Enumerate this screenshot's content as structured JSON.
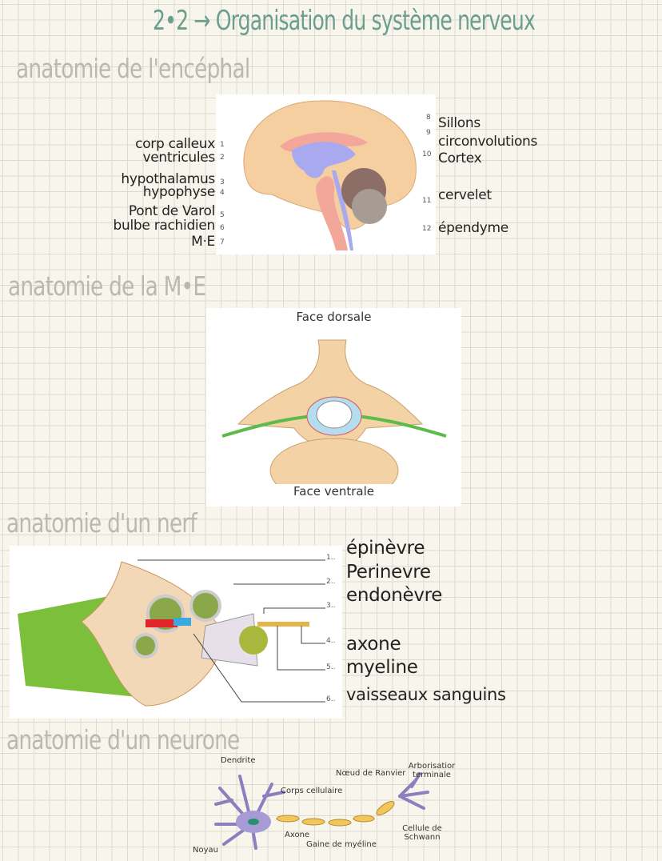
{
  "title": "2•2 → Organisation du système nerveux",
  "sections": {
    "encephale": {
      "heading": "anatomie de l'encéphal",
      "left_labels": [
        "corp calleux",
        "ventricules",
        "hypothalamus",
        "hypophyse",
        "Pont de Varol",
        "bulbe rachidien",
        "M·E"
      ],
      "right_labels": [
        "Sillons",
        "circonvolutions",
        "Cortex",
        "cervelet",
        "épendyme"
      ],
      "left_numbers": [
        "1",
        "2",
        "3",
        "4",
        "5",
        "6",
        "7"
      ],
      "right_numbers": [
        "8",
        "9",
        "10",
        "11",
        "12"
      ]
    },
    "moelle": {
      "heading": "anatomie de la M•E",
      "top_caption": "Face dorsale",
      "bottom_caption": "Face ventrale"
    },
    "nerf": {
      "heading": "anatomie d'un nerf",
      "numbers": [
        "1..",
        "2..",
        "3..",
        "4..",
        "5..",
        "6.."
      ],
      "labels": [
        "épinèvre",
        "Perinevre",
        "endonèvre",
        "axone",
        "myeline",
        "vaisseaux sanguins"
      ]
    },
    "neurone": {
      "heading": "anatomie d'un neurone",
      "labels": {
        "dendrite": "Dendrite",
        "noeud": "Nœud de Ranvier",
        "arborisation": "Arborisatior terminale",
        "corps": "Corps cellulaire",
        "axone": "Axone",
        "schwann": "Cellule de Schwann",
        "gaine": "Gaine de myéline",
        "noyau": "Noyau"
      }
    }
  },
  "colors": {
    "title": "#6a9e8e",
    "section": "#b9b8b3",
    "grid": "#dcdbd0"
  }
}
